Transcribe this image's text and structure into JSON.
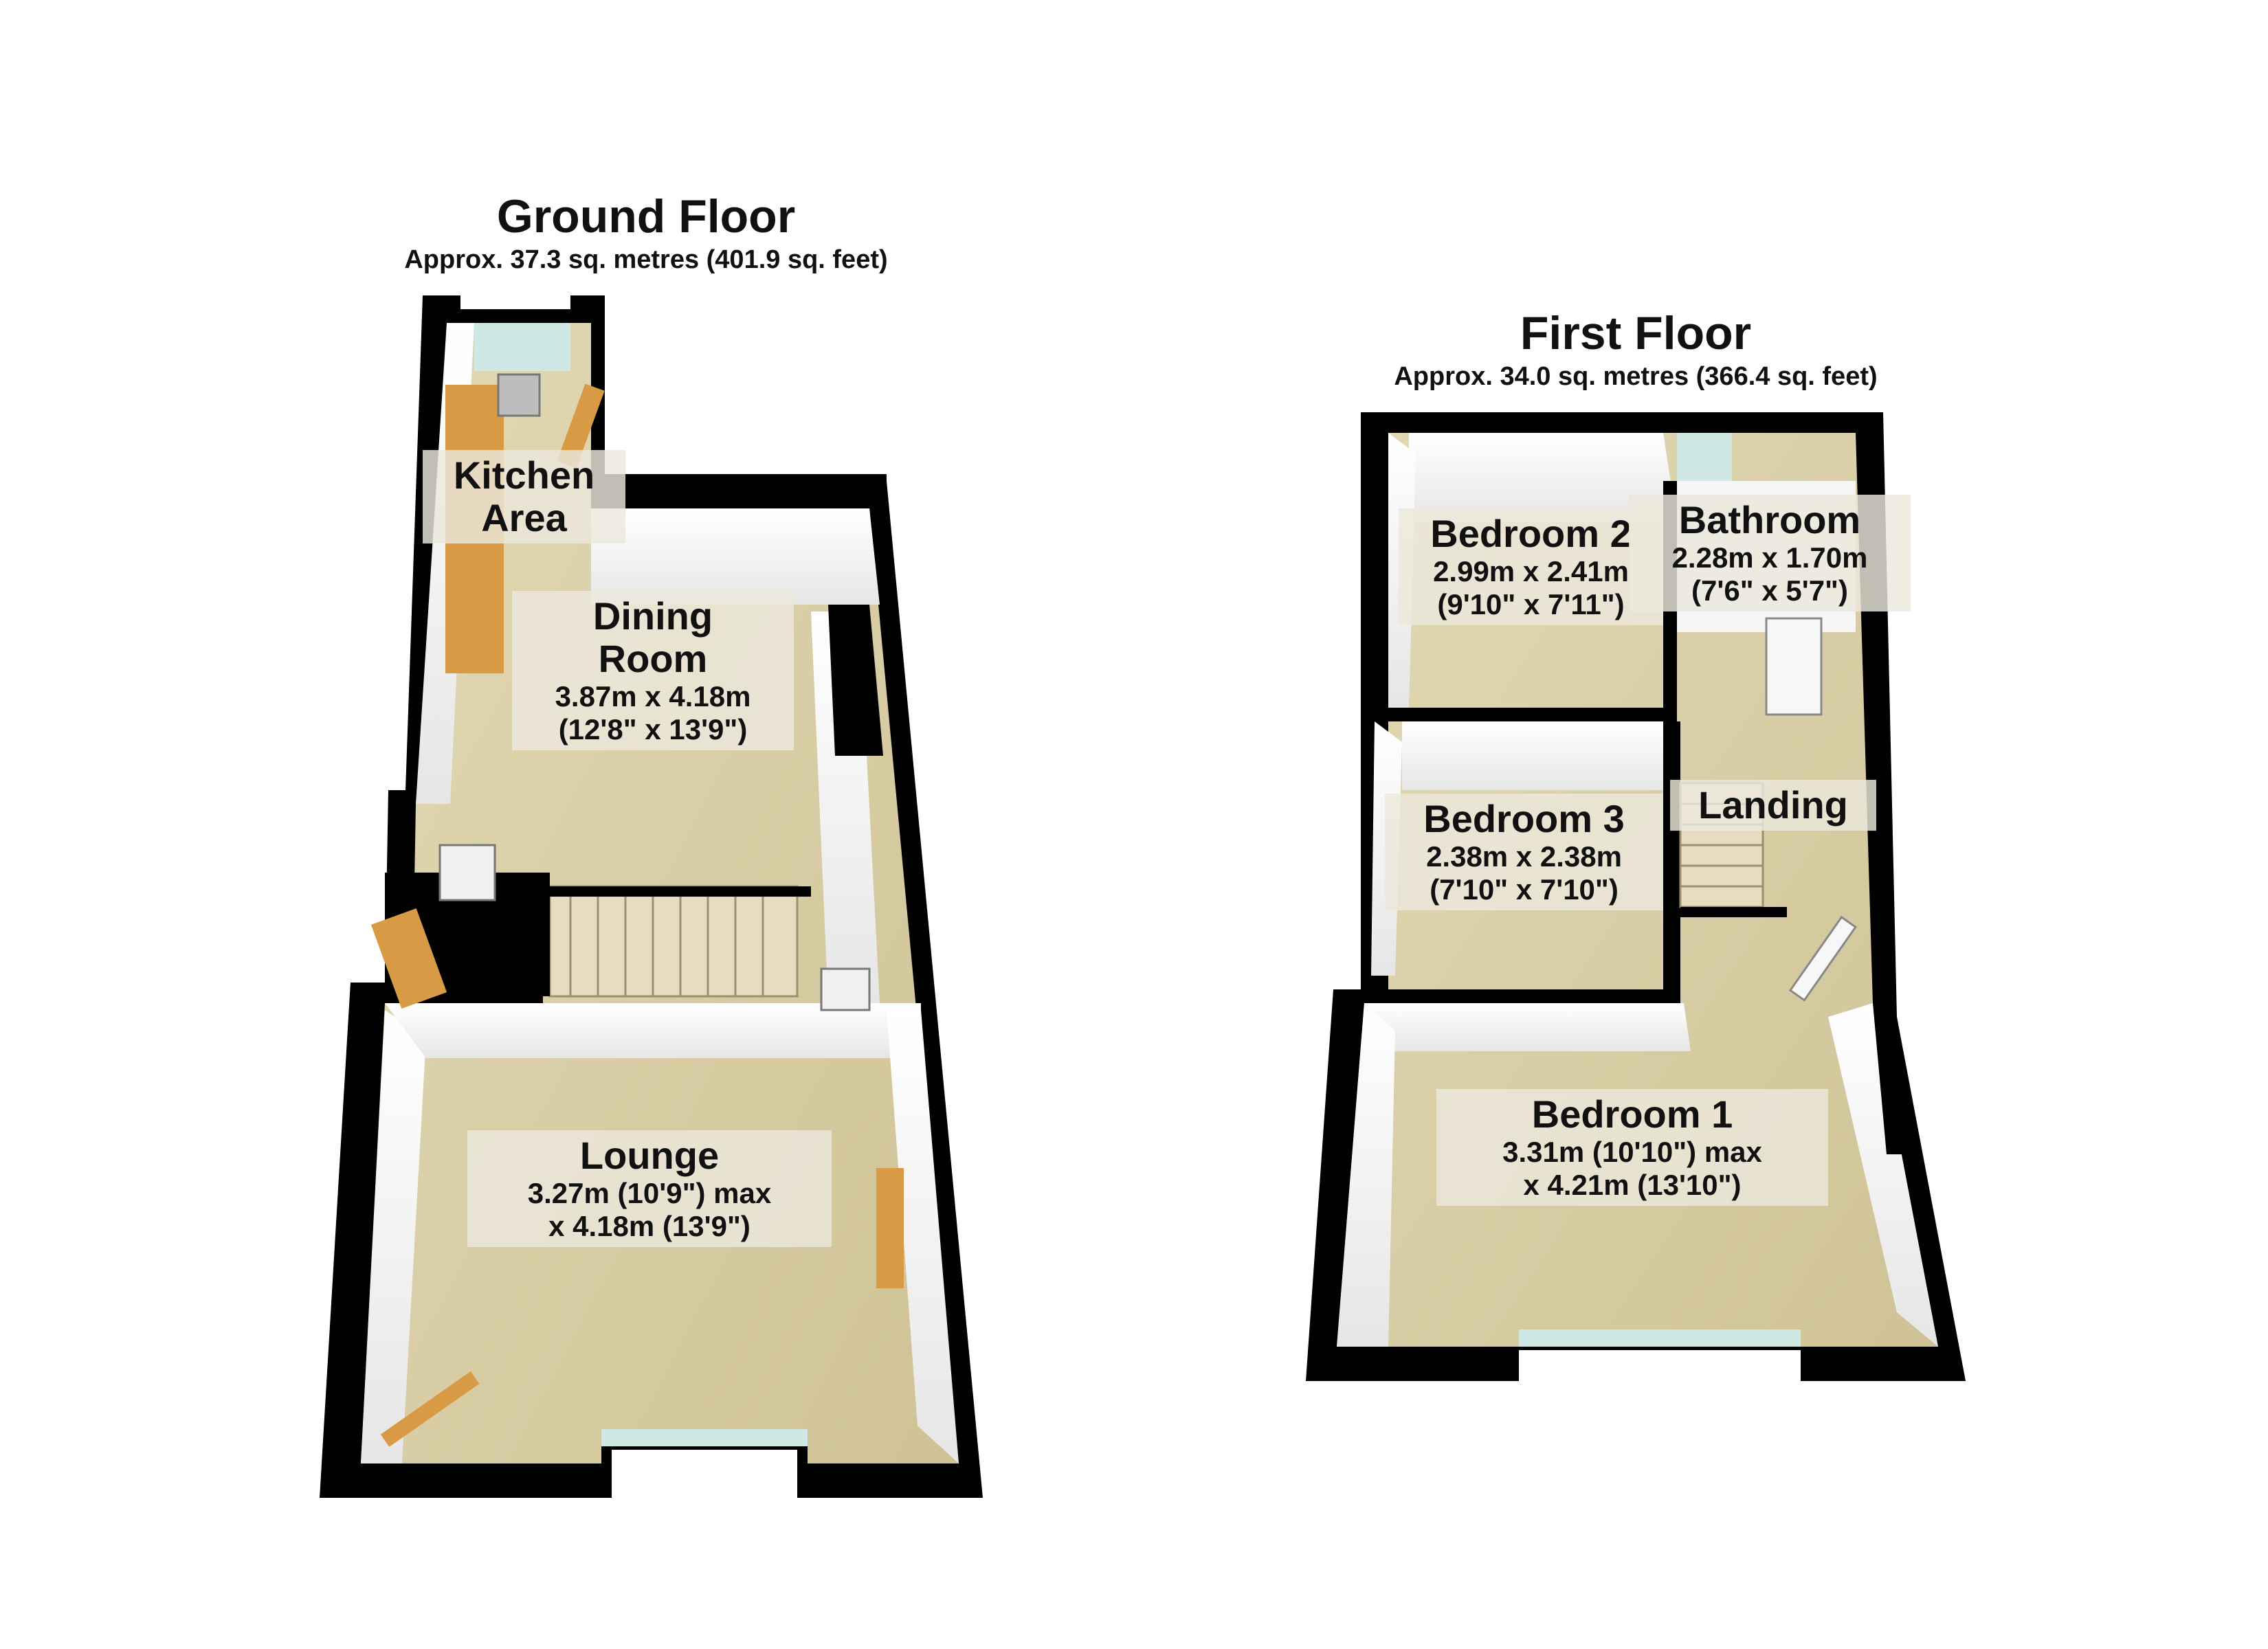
{
  "ground_floor": {
    "title": "Ground Floor",
    "area": "Approx. 37.3 sq. metres (401.9 sq. feet)",
    "rooms": {
      "kitchen": {
        "name_line1": "Kitchen",
        "name_line2": "Area"
      },
      "dining": {
        "name_line1": "Dining",
        "name_line2": "Room",
        "dim1": "3.87m x 4.18m",
        "dim2": "(12'8\" x 13'9\")"
      },
      "lounge": {
        "name": "Lounge",
        "dim1": "3.27m (10'9\") max",
        "dim2": "x 4.18m (13'9\")"
      }
    }
  },
  "first_floor": {
    "title": "First Floor",
    "area": "Approx. 34.0 sq. metres (366.4 sq. feet)",
    "rooms": {
      "bedroom2": {
        "name": "Bedroom 2",
        "dim1": "2.99m x 2.41m",
        "dim2": "(9'10\" x 7'11\")"
      },
      "bathroom": {
        "name": "Bathroom",
        "dim1": "2.28m x 1.70m",
        "dim2": "(7'6\" x 5'7\")"
      },
      "bedroom3": {
        "name": "Bedroom 3",
        "dim1": "2.38m x 2.38m",
        "dim2": "(7'10\" x 7'10\")"
      },
      "landing": {
        "name": "Landing"
      },
      "bedroom1": {
        "name": "Bedroom 1",
        "dim1": "3.31m (10'10\") max",
        "dim2": "x 4.21m (13'10\")"
      }
    }
  },
  "colors": {
    "wall": "#000000",
    "floor": "#d9cfa6",
    "inner_wall": "#f4f4f4",
    "window": "#cfe8e4",
    "wood": "#d99a45",
    "label_bg": "#ece8dc"
  }
}
